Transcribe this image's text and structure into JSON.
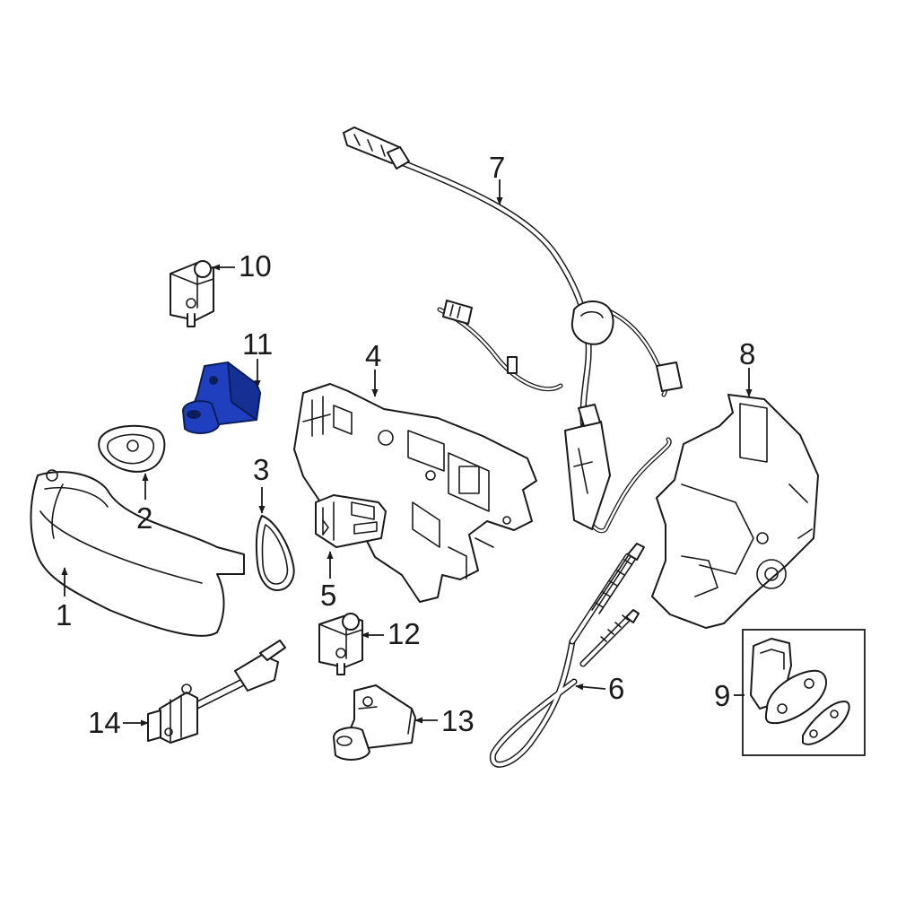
{
  "callouts": {
    "c1": "1",
    "c2": "2",
    "c3": "3",
    "c4": "4",
    "c5": "5",
    "c6": "6",
    "c7": "7",
    "c8": "8",
    "c9": "9",
    "c10": "10",
    "c11": "11",
    "c12": "12",
    "c13": "13",
    "c14": "14"
  },
  "highlighted_part": "11",
  "colors": {
    "highlight_fill": "#1f3fbf",
    "highlight_shade": "#162f94",
    "line": "#1a1a1a",
    "background": "#ffffff"
  }
}
